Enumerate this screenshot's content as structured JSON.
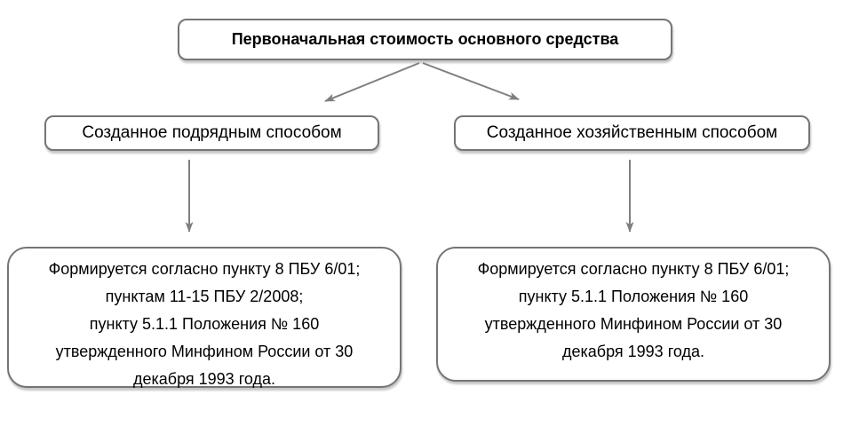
{
  "diagram": {
    "root": {
      "label": "Первоначальная стоимость основного средства"
    },
    "branches": [
      {
        "title": "Созданное подрядным способом",
        "detail_lines": [
          "Формируется согласно пункту 8 ПБУ 6/01;",
          "пунктам 11-15 ПБУ 2/2008;",
          "пункту 5.1.1 Положения № 160",
          "утвержденного Минфином России от 30",
          "декабря 1993 года."
        ]
      },
      {
        "title": "Созданное хозяйственным способом",
        "detail_lines": [
          "Формируется согласно пункту 8 ПБУ 6/01;",
          "пункту 5.1.1 Положения № 160",
          "утвержденного Минфином России от 30",
          "декабря 1993 года."
        ]
      }
    ],
    "colors": {
      "border": "#757575",
      "arrow": "#7f7f7f",
      "background": "#ffffff",
      "text": "#000000"
    }
  }
}
